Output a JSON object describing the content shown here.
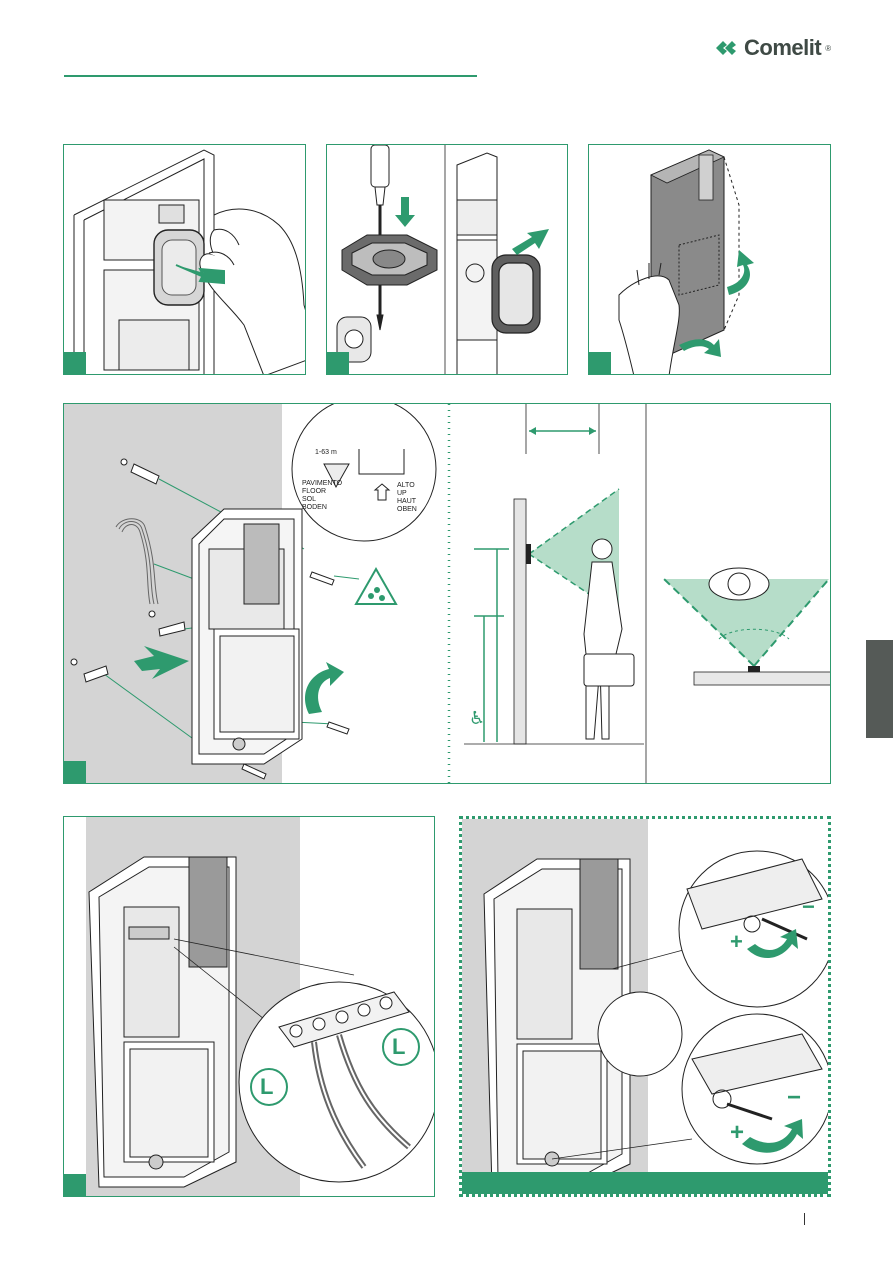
{
  "brand": {
    "name": "Comelit",
    "sup": "®",
    "color": "#2e9a6e",
    "logo_color": "#3f4a45"
  },
  "floor_label": {
    "height": "1-63 m",
    "floor_words": [
      "PAVIMENTO",
      "FLOOR",
      "SOL",
      "BODEN"
    ],
    "up_words": [
      "ALTO",
      "UP",
      "HAUT",
      "OBEN"
    ]
  },
  "wiring": {
    "terminal_marker": "L"
  },
  "adjust": {
    "plus": "+",
    "minus": "−"
  },
  "icons": [
    "pointing-hand-icon",
    "arrow-icon",
    "screwdriver-icon",
    "water-drops-icon",
    "wheelchair-icon",
    "rotate-arrow-icon",
    "person-icon",
    "camera-cone-icon"
  ]
}
